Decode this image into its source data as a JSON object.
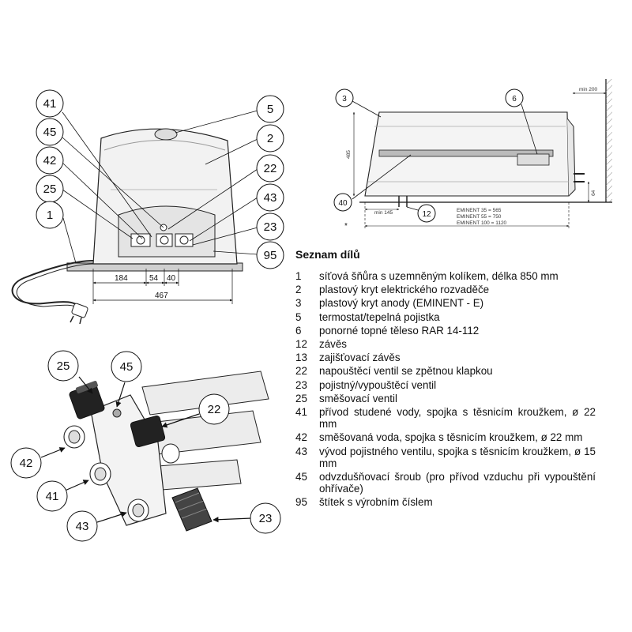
{
  "callouts": {
    "front_view": [
      "41",
      "45",
      "42",
      "25",
      "1",
      "5",
      "2",
      "22",
      "43",
      "23",
      "95"
    ],
    "side_view": [
      "3",
      "6",
      "40",
      "12"
    ],
    "valve_view": [
      "25",
      "45",
      "22",
      "42",
      "41",
      "43",
      "23"
    ]
  },
  "dimensions": {
    "front_184": "184",
    "front_54": "54",
    "front_40": "40",
    "front_467": "467",
    "side_min200": "min 200",
    "side_485": "485",
    "side_min145": "min 145",
    "side_64": "64",
    "side_star": "*",
    "eminent_35": "EMINENT  35 = 565",
    "eminent_55": "EMINENT  55 = 750",
    "eminent_100": "EMINENT 100 = 1120"
  },
  "parts_list": {
    "title": "Seznam dílů",
    "items": [
      {
        "num": "1",
        "text": "síťová šňůra s uzemněným kolíkem, délka 850 mm"
      },
      {
        "num": "2",
        "text": "plastový kryt elektrického rozvaděče"
      },
      {
        "num": "3",
        "text": "plastový kryt anody (EMINENT - E)"
      },
      {
        "num": "5",
        "text": "termostat/tepelná pojistka"
      },
      {
        "num": "6",
        "text": "ponorné topné těleso RAR 14-112"
      },
      {
        "num": "12",
        "text": "závěs"
      },
      {
        "num": "13",
        "text": "zajišťovací závěs"
      },
      {
        "num": "22",
        "text": "napouštěcí ventil se zpětnou klapkou"
      },
      {
        "num": "23",
        "text": "pojistný/vypouštěcí ventil"
      },
      {
        "num": "25",
        "text": "směšovací ventil"
      },
      {
        "num": "41",
        "text": "přívod studené vody, spojka s těsnicím kroužkem, ø 22 mm"
      },
      {
        "num": "42",
        "text": "směšovaná voda, spojka s těsnicím kroužkem, ø 22 mm"
      },
      {
        "num": "43",
        "text": "vývod pojistného ventilu, spojka s těsnicím kroužkem, ø 15 mm"
      },
      {
        "num": "45",
        "text": "odvzdušňovací šroub (pro přívod vzduchu při vypouštění ohřívače)"
      },
      {
        "num": "95",
        "text": "štítek s výrobním číslem"
      }
    ]
  }
}
